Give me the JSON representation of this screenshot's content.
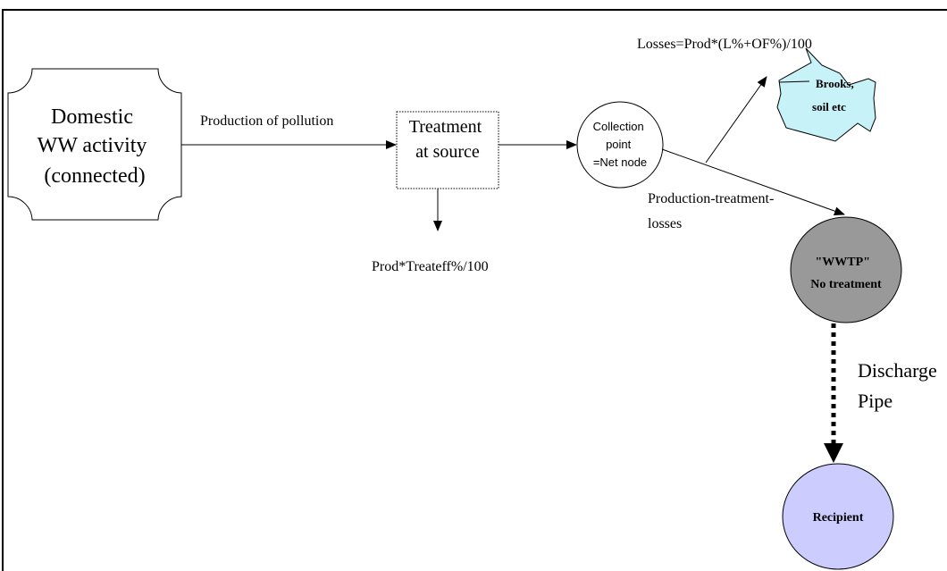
{
  "nodes": {
    "activity": {
      "lines": [
        "Domestic",
        "WW activity",
        "(connected)"
      ]
    },
    "treatment": {
      "lines": [
        "Treatment",
        "at source"
      ]
    },
    "collection": {
      "lines": [
        "Collection",
        "point",
        "=Net node"
      ]
    },
    "brooks": {
      "lines": [
        "Brooks,",
        "soil etc"
      ],
      "color": "#c6f2f8"
    },
    "wwtp": {
      "lines": [
        "\"WWTP\"",
        "No treatment"
      ],
      "color": "#999999"
    },
    "recipient": {
      "label": "Recipient",
      "color": "#ccccff"
    }
  },
  "labels": {
    "production_of_pollution": "Production of pollution",
    "treatment_formula": "Prod*Treateff%/100",
    "losses_formula": "Losses=Prod*(L%+OF%)/100",
    "production_treatment_losses": [
      "Production-treatment-",
      "losses"
    ],
    "discharge": [
      "Discharge",
      "Pipe"
    ]
  }
}
